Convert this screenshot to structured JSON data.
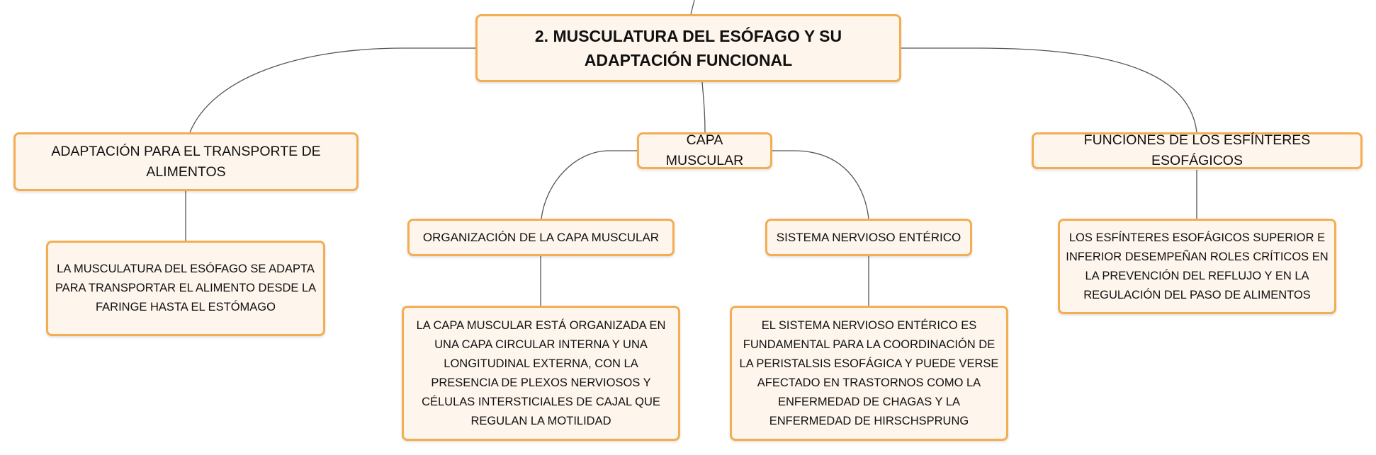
{
  "root": {
    "title": "2. MUSCULATURA DEL ESÓFAGO Y SU ADAPTACIÓN FUNCIONAL"
  },
  "branches": {
    "transporte": {
      "label": "ADAPTACIÓN PARA EL TRANSPORTE DE ALIMENTOS",
      "detail": "LA MUSCULATURA DEL ESÓFAGO SE ADAPTA PARA TRANSPORTAR EL ALIMENTO DESDE LA FARINGE HASTA EL ESTÓMAGO"
    },
    "capa_muscular": {
      "label": "CAPA MUSCULAR",
      "organizacion": {
        "label": "ORGANIZACIÓN DE LA CAPA MUSCULAR",
        "detail": "LA CAPA MUSCULAR ESTÁ ORGANIZADA EN UNA CAPA CIRCULAR INTERNA Y UNA LONGITUDINAL EXTERNA, CON LA PRESENCIA DE PLEXOS NERVIOSOS Y CÉLULAS INTERSTICIALES DE CAJAL QUE REGULAN LA MOTILIDAD"
      },
      "sistema_nervioso": {
        "label": "SISTEMA NERVIOSO ENTÉRICO",
        "detail": "EL SISTEMA NERVIOSO ENTÉRICO ES FUNDAMENTAL PARA LA COORDINACIÓN DE LA PERISTALSIS ESOFÁGICA Y PUEDE VERSE AFECTADO EN TRASTORNOS COMO LA ENFERMEDAD DE CHAGAS Y LA ENFERMEDAD DE HIRSCHSPRUNG"
      }
    },
    "esfinteres": {
      "label": "FUNCIONES DE LOS ESFÍNTERES ESOFÁGICOS",
      "detail": "LOS ESFÍNTERES ESOFÁGICOS SUPERIOR E INFERIOR DESEMPEÑAN ROLES CRÍTICOS EN LA PREVENCIÓN DEL REFLUJO Y EN LA REGULACIÓN DEL PASO DE ALIMENTOS"
    }
  },
  "colors": {
    "node_fill": "#fef5ec",
    "node_border": "#f3ad52",
    "connector": "#555555",
    "text": "#111111"
  }
}
